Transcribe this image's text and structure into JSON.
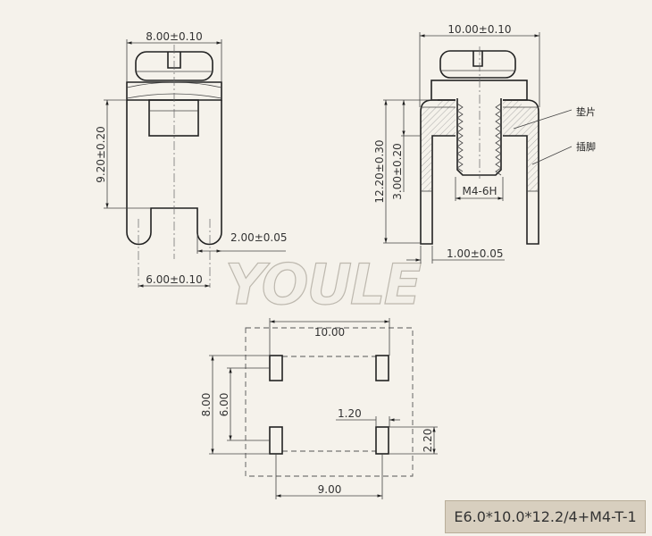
{
  "watermark": "YOULE",
  "front_view": {
    "width": "8.00±0.10",
    "height": "9.20±0.20",
    "pin_spacing": "6.00±0.10",
    "pin_width": "2.00±0.05"
  },
  "side_view": {
    "width": "10.00±0.10",
    "height": "12.20±0.30",
    "plate_thickness": "3.00±0.20",
    "thread": "M4-6H",
    "pin_thickness": "1.00±0.05",
    "label_washer": "垫片",
    "label_pin": "插脚"
  },
  "footprint": {
    "x_spacing": "10.00",
    "y_outer": "8.00",
    "y_inner": "6.00",
    "bottom_spacing": "9.00",
    "pad_width": "1.20",
    "pad_length": "2.20"
  },
  "part_number": "E6.0*10.0*12.2/4+M4-T-1"
}
